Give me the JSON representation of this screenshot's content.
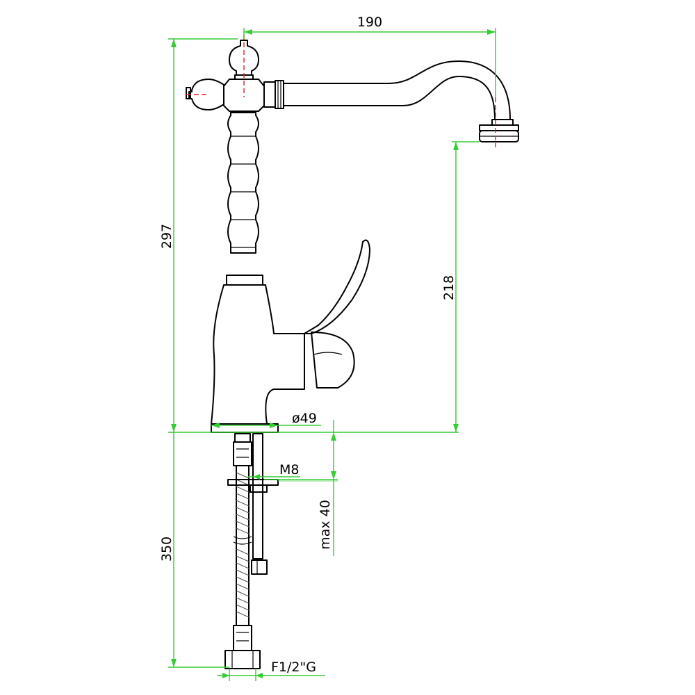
{
  "dimensions": {
    "spout_reach": "190",
    "total_height": "297",
    "spout_height": "218",
    "base_diameter": "ø49",
    "thread": "M8",
    "max_thickness": "max 40",
    "hose_length": "350",
    "connection": "F1/2\"G"
  },
  "colors": {
    "dimension_lines": "#33cc33",
    "center_axes": "#e02020",
    "outline": "#000000"
  }
}
